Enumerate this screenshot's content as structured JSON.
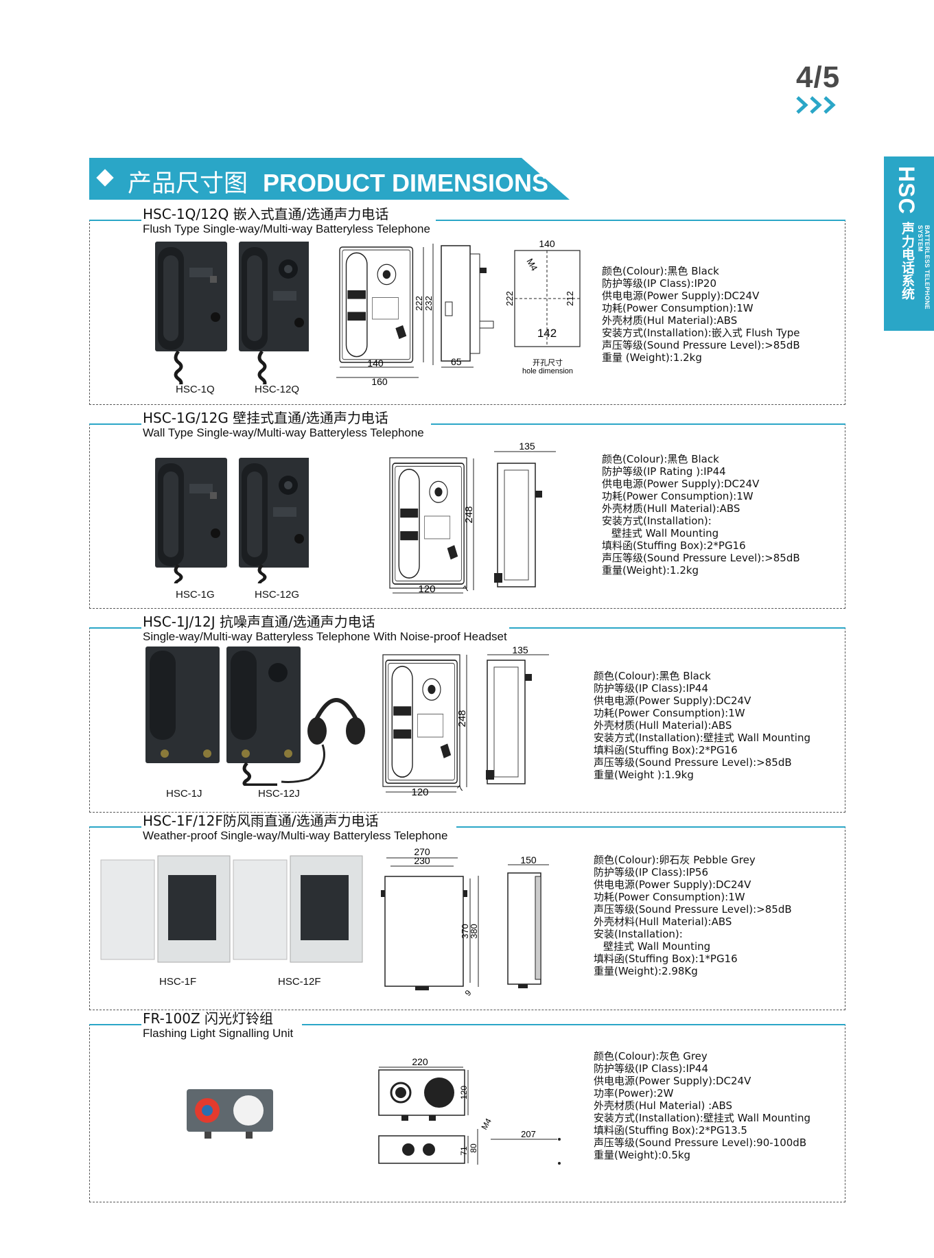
{
  "page": {
    "number": "4/5"
  },
  "side_tab": {
    "code": "HSC",
    "cn": "声力电话系统",
    "en": "BATTERLESS TELEPHONE SYSTEM"
  },
  "banner": {
    "cn": "产品尺寸图",
    "en": "PRODUCT DIMENSIONS"
  },
  "sections": [
    {
      "title_cn": "HSC-1Q/12Q 嵌入式直通/选通声力电话",
      "title_en": "Flush Type Single-way/Multi-way Batteryless Telephone",
      "labels": [
        "HSC-1Q",
        "HSC-12Q"
      ],
      "dims": {
        "front_w_inner": "140",
        "front_w_outer": "160",
        "front_h1": "222",
        "front_h2": "232",
        "side_depth": "65",
        "hole_w_top": "140",
        "hole_w_bottom": "142",
        "hole_h_left": "222",
        "hole_h_right": "212",
        "screw": "M4",
        "hole_cn": "开孔尺寸",
        "hole_en": "hole dimension"
      },
      "specs": [
        "颜色(Colour):黑色 Black",
        "防护等级(IP Class):IP20",
        "供电电源(Power Supply):DC24V",
        "功耗(Power Consumption):1W",
        "外壳材质(Hul Material):ABS",
        "安装方式(Installation):嵌入式 Flush Type",
        "声压等级(Sound Pressure Level):>85dB",
        "重量 (Weight):1.2kg"
      ]
    },
    {
      "title_cn": "HSC-1G/12G 壁挂式直通/选通声力电话",
      "title_en": "Wall Type Single-way/Multi-way Batteryless Telephone",
      "labels": [
        "HSC-1G",
        "HSC-12G"
      ],
      "dims": {
        "width": "120",
        "height": "248",
        "depth": "135",
        "hole": "7"
      },
      "specs": [
        "颜色(Colour):黑色 Black",
        "防护等级(IP Rating ):IP44",
        "供电电源(Power Supply):DC24V",
        "功耗(Power Consumption):1W",
        "外壳材质(Hull Material):ABS",
        "安装方式(Installation):",
        "壁挂式 Wall Mounting",
        "填料函(Stuffing Box):2*PG16",
        "声压等级(Sound Pressure Level):>85dB",
        "重量(Weight):1.2kg"
      ]
    },
    {
      "title_cn": "HSC-1J/12J 抗噪声直通/选通声力电话",
      "title_en": "Single-way/Multi-way Batteryless Telephone With Noise-proof Headset",
      "labels": [
        "HSC-1J",
        "HSC-12J"
      ],
      "dims": {
        "width": "120",
        "height": "248",
        "depth": "135",
        "hole": "7"
      },
      "specs": [
        "颜色(Colour):黑色 Black",
        "防护等级(IP Class):IP44",
        "供电电源(Power Supply):DC24V",
        "功耗(Power Consumption):1W",
        "外壳材质(Hull Material):ABS",
        "安装方式(Installation):壁挂式 Wall Mounting",
        "填料函(Stuffing Box):2*PG16",
        "声压等级(Sound Pressure Level):>85dB",
        "重量(Weight ):1.9kg"
      ]
    },
    {
      "title_cn": "HSC-1F/12F防风雨直通/选通声力电话",
      "title_en": "Weather-proof Single-way/Multi-way Batteryless Telephone",
      "labels": [
        "HSC-1F",
        "HSC-12F"
      ],
      "dims": {
        "width_outer": "270",
        "width_inner": "230",
        "height_inner": "370",
        "height_outer": "380",
        "depth": "150",
        "hole": "9"
      },
      "specs": [
        "颜色(Colour):卵石灰 Pebble Grey",
        "防护等级(IP Class):IP56",
        "供电电源(Power Supply):DC24V",
        "功耗(Power Consumption):1W",
        "声压等级(Sound Pressure Level):>85dB",
        "外壳材料(Hull Material):ABS",
        "安装(Installation):",
        "壁挂式 Wall Mounting",
        "填料函(Stuffing Box):1*PG16",
        "重量(Weight):2.98Kg"
      ]
    },
    {
      "title_cn": "FR-100Z 闪光灯铃组",
      "title_en": "Flashing Light Signalling Unit",
      "labels": [],
      "dims": {
        "width": "220",
        "height": "120",
        "depth_a": "71",
        "depth_b": "80",
        "mount": "207",
        "screw": "M4"
      },
      "specs": [
        "颜色(Colour):灰色 Grey",
        "防护等级(IP Class):IP44",
        "供电电源(Power Supply):DC24V",
        "功率(Power):2W",
        "外壳材质(Hul Material) :ABS",
        "安装方式(Installation):壁挂式 Wall Mounting",
        "填料函(Stuffing Box):2*PG13.5",
        "声压等级(Sound Pressure Level):90-100dB",
        "重量(Weight):0.5kg"
      ]
    }
  ],
  "colors": {
    "accent": "#2aa6c7",
    "phone": "#2b2f33",
    "grey_box": "#e8eaeb"
  },
  "icons": [
    "chevron-right-icon",
    "diamond-icon",
    "telephone-handset-icon",
    "headset-icon",
    "enclosure-icon",
    "flashing-light-icon"
  ]
}
